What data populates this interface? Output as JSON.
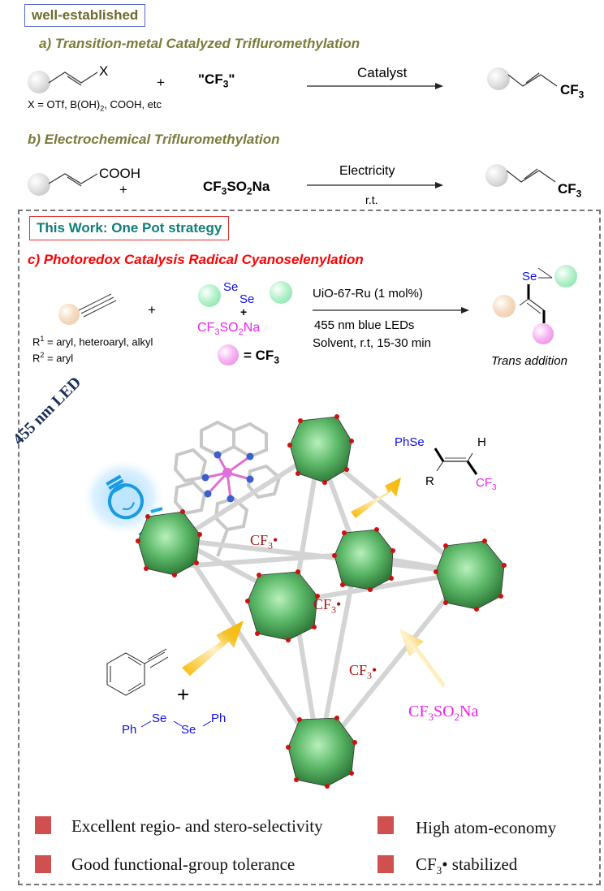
{
  "header": {
    "tag": "well-established"
  },
  "section_a": {
    "title": "a) Transition-metal Catalyzed Trifluromethylation",
    "substituent": "X",
    "plus": "+",
    "reagent": "\"CF",
    "reagent_sub": "3",
    "reagent_end": "\"",
    "condition": "Catalyst",
    "product": "CF",
    "product_sub": "3",
    "note_prefix": "X = OTf, B(OH)",
    "note_sub": "2",
    "note_suffix": ", COOH, etc"
  },
  "section_b": {
    "title": "b) Electrochemical Trifluromethylation",
    "substituent": "COOH",
    "plus": "+",
    "reagent_a": "CF",
    "reagent_sub1": "3",
    "reagent_b": "SO",
    "reagent_sub2": "2",
    "reagent_c": "Na",
    "condition_top": "Electricity",
    "condition_bottom": "r.t.",
    "product": "CF",
    "product_sub": "3"
  },
  "this_work": {
    "tag": "This Work: One Pot strategy",
    "title": "c) Photoredox Catalysis Radical Cyanoselenylation",
    "plus1": "+",
    "se1": "Se",
    "se2": "Se",
    "plus2": "+",
    "salt_a": "CF",
    "salt_sub1": "3",
    "salt_b": "SO",
    "salt_sub2": "2",
    "salt_c": "Na",
    "legend_eq": "= CF",
    "legend_sub": "3",
    "r1_prefix": "R",
    "r1_sup": "1",
    "r1_text": " = aryl, heteroaryl, alkyl",
    "r2_prefix": "R",
    "r2_sup": "2",
    "r2_text": " = aryl",
    "cond1": "UiO-67-Ru (1 mol%)",
    "cond2": "455 nm blue LEDs",
    "cond3": "Solvent, r.t, 15-30 min",
    "product_se": "Se",
    "product_caption": "Trans addition"
  },
  "illustration": {
    "led_label": "455 nm LED",
    "product_phse": "PhSe",
    "product_h": "H",
    "product_r": "R",
    "product_cf": "CF",
    "product_cf_sub": "3",
    "radical_label": "CF",
    "radical_sub": "3",
    "radical_dot": "•",
    "plus": "+",
    "disel_ph1": "Ph",
    "disel_se1": "Se",
    "disel_se2": "Se",
    "disel_ph2": "Ph",
    "salt_a": "CF",
    "salt_sub1": "3",
    "salt_b": "SO",
    "salt_sub2": "2",
    "salt_c": "Na"
  },
  "features": [
    {
      "text": "Excellent regio- and stero-selectivity"
    },
    {
      "text": "High atom-economy"
    },
    {
      "text": "Good functional-group tolerance"
    },
    {
      "prefix": "CF",
      "sub": "3",
      "text": "• stabilized"
    }
  ],
  "colors": {
    "olive": "#7b7b3c",
    "teal": "#0f7f78",
    "red": "#ff0000",
    "blue_se": "#1010e6",
    "magenta": "#ee22ee",
    "radical_red": "#b01010",
    "bullet": "#d05050",
    "cluster_green": "#5cb868"
  }
}
